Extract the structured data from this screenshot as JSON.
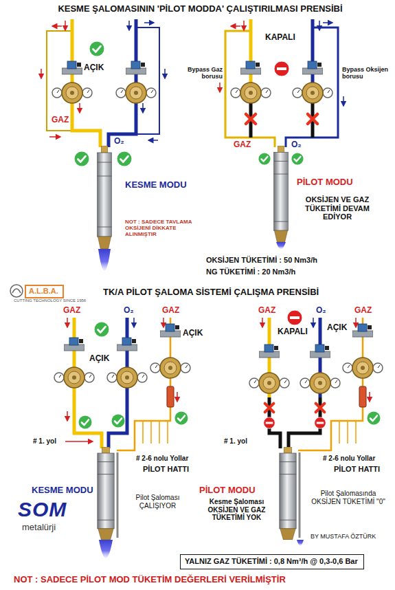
{
  "diagram": {
    "title": "KESME ŞALOMASININ 'PİLOT MODDA' ÇALIŞTIRILMASI PRENSİBİ",
    "caption": "NOT : SADECE PİLOT MOD TÜKETİM DEĞERLERİ VERİLMİŞTİR",
    "nodes": [
      {
        "text": [
          "A.L.B.A."
        ]
      },
      {
        "text": [
          "YALNIZ GAZ TÜKETİMİ : 0,8 Nm³/h @ 0,3-0,6 Bar"
        ]
      }
    ],
    "labels": [
      "AÇIK",
      "GAZ",
      "O₂",
      "KESME MODU",
      "NOT : SADECE TAVLAMA OKSİJENİ DİKKATE ALINMIŞTIR",
      "KAPALI",
      "Bypass Gaz borusu",
      "Bypass Oksijen borusu",
      "GAZ",
      "O₂",
      "PİLOT MODU",
      "OKSİJEN VE GAZ TÜKETİMİ DEVAM EDİYOR",
      "OKSİJEN TÜKETİMİ : 50 Nm3/h",
      "NG TÜKETİMİ : 20 Nm3/h",
      "CUTTING TECHNOLOGY SINCE 1956",
      "TK/A PİLOT ŞALOMA SİSTEMİ ÇALIŞMA PRENSİBİ",
      "GAZ",
      "O₂",
      "GAZ",
      "AÇIK",
      "AÇIK",
      "# 1. yol",
      "# 2-6 nolu Yollar",
      "PİLOT HATTI",
      "KESME MODU",
      "Pilot Şaloması ÇALIŞIYOR",
      "SOM",
      "metalürji",
      "GAZ",
      "O₂",
      "GAZ",
      "KAPALI",
      "AÇIK",
      "# 1. yol",
      "# 2-6 nolu Yollar",
      "PİLOT HATTI",
      "PİLOT MODU",
      "Kesme Şaloması OKSİJEN VE GAZ TÜKETİMİ YOK",
      "Pilot Şalomasında OKSİJEN TÜKETİMİ \"0\"",
      "BY MUSTAFA ÖZTÜRK"
    ]
  }
}
